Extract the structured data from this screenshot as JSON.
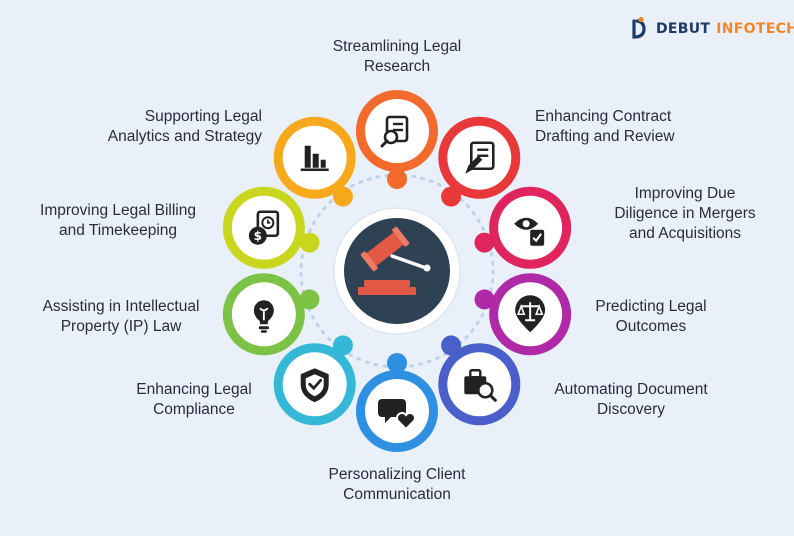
{
  "logo": {
    "word1": "DEBUT",
    "word2": "INFOTECH",
    "color_dark": "#1f3a68",
    "color_accent": "#f4862a"
  },
  "center": {
    "icon": "gavel-icon",
    "bg": "#2f4254",
    "accent": "#e25a45"
  },
  "items": [
    {
      "id": "research",
      "icon": "document-search-icon",
      "color": "#f26a2c",
      "lines": [
        "Streamlining Legal",
        "Research"
      ]
    },
    {
      "id": "contract",
      "icon": "document-pen-icon",
      "color": "#e8383a",
      "lines": [
        "Enhancing Contract",
        "Drafting and Review"
      ]
    },
    {
      "id": "diligence",
      "icon": "eye-checklist-icon",
      "color": "#e0245e",
      "lines": [
        "Improving Due",
        "Diligence in Mergers",
        "and Acquisitions"
      ]
    },
    {
      "id": "outcomes",
      "icon": "scales-pin-icon",
      "color": "#b02aa8",
      "lines": [
        "Predicting Legal",
        "Outcomes"
      ]
    },
    {
      "id": "discovery",
      "icon": "briefcase-search-icon",
      "color": "#4a5fc9",
      "lines": [
        "Automating Document",
        "Discovery"
      ]
    },
    {
      "id": "communication",
      "icon": "chat-heart-icon",
      "color": "#2f8fe0",
      "lines": [
        "Personalizing Client",
        "Communication"
      ]
    },
    {
      "id": "compliance",
      "icon": "shield-check-icon",
      "color": "#35b8d8",
      "lines": [
        "Enhancing Legal",
        "Compliance"
      ]
    },
    {
      "id": "ip",
      "icon": "lightbulb-icon",
      "color": "#7cc244",
      "lines": [
        "Assisting in Intellectual",
        "Property (IP) Law"
      ]
    },
    {
      "id": "billing",
      "icon": "billing-clock-icon",
      "color": "#c8d71e",
      "lines": [
        "Improving Legal Billing",
        "and Timekeeping"
      ]
    },
    {
      "id": "analytics",
      "icon": "bar-chart-icon",
      "color": "#f7a81b",
      "lines": [
        "Supporting Legal",
        "Analytics and Strategy"
      ]
    }
  ]
}
